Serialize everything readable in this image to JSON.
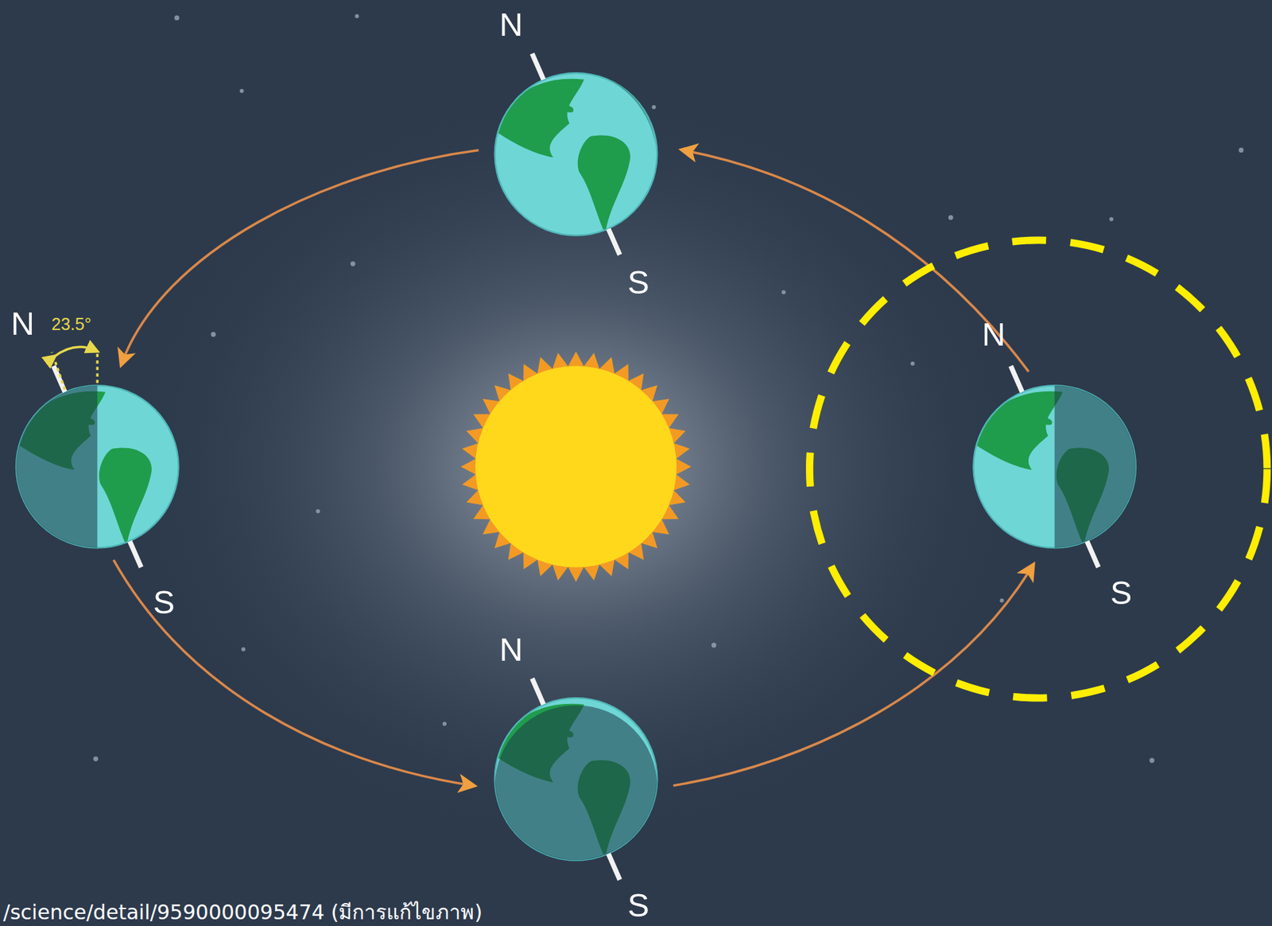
{
  "diagram": {
    "labels": [
      "N",
      "S",
      "N",
      "23.5°",
      "S",
      "N",
      "S",
      "N",
      "S",
      "/science/detail/9590000095474 (มีการแก้ไขภาพ)"
    ]
  }
}
